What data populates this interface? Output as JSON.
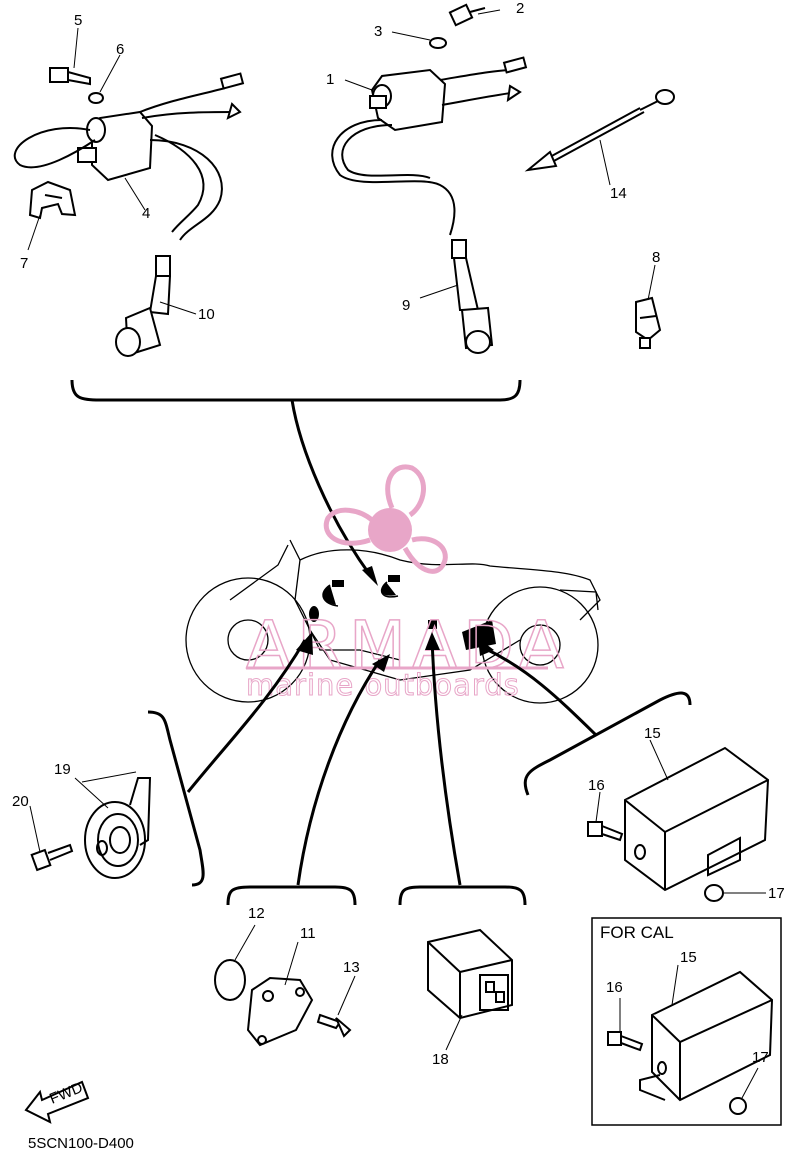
{
  "diagram": {
    "part_labels": [
      {
        "id": "label-1",
        "text": "1"
      },
      {
        "id": "label-2",
        "text": "2"
      },
      {
        "id": "label-3",
        "text": "3"
      },
      {
        "id": "label-4",
        "text": "4"
      },
      {
        "id": "label-5",
        "text": "5"
      },
      {
        "id": "label-6",
        "text": "6"
      },
      {
        "id": "label-7",
        "text": "7"
      },
      {
        "id": "label-8",
        "text": "8"
      },
      {
        "id": "label-9",
        "text": "9"
      },
      {
        "id": "label-10",
        "text": "10"
      },
      {
        "id": "label-11",
        "text": "11"
      },
      {
        "id": "label-12",
        "text": "12"
      },
      {
        "id": "label-13",
        "text": "13"
      },
      {
        "id": "label-14",
        "text": "14"
      },
      {
        "id": "label-15",
        "text": "15"
      },
      {
        "id": "label-15b",
        "text": "15"
      },
      {
        "id": "label-16",
        "text": "16"
      },
      {
        "id": "label-16b",
        "text": "16"
      },
      {
        "id": "label-17",
        "text": "17"
      },
      {
        "id": "label-17b",
        "text": "17"
      },
      {
        "id": "label-18",
        "text": "18"
      },
      {
        "id": "label-19",
        "text": "19"
      },
      {
        "id": "label-20",
        "text": "20"
      }
    ],
    "variant_box_title": "FOR CAL",
    "fwd_label": "FWD",
    "diagram_code": "5SCN100-D400"
  },
  "watermark": {
    "brand": "ARMADA",
    "tagline": "marine outboards",
    "color": "#e8a6c8"
  }
}
